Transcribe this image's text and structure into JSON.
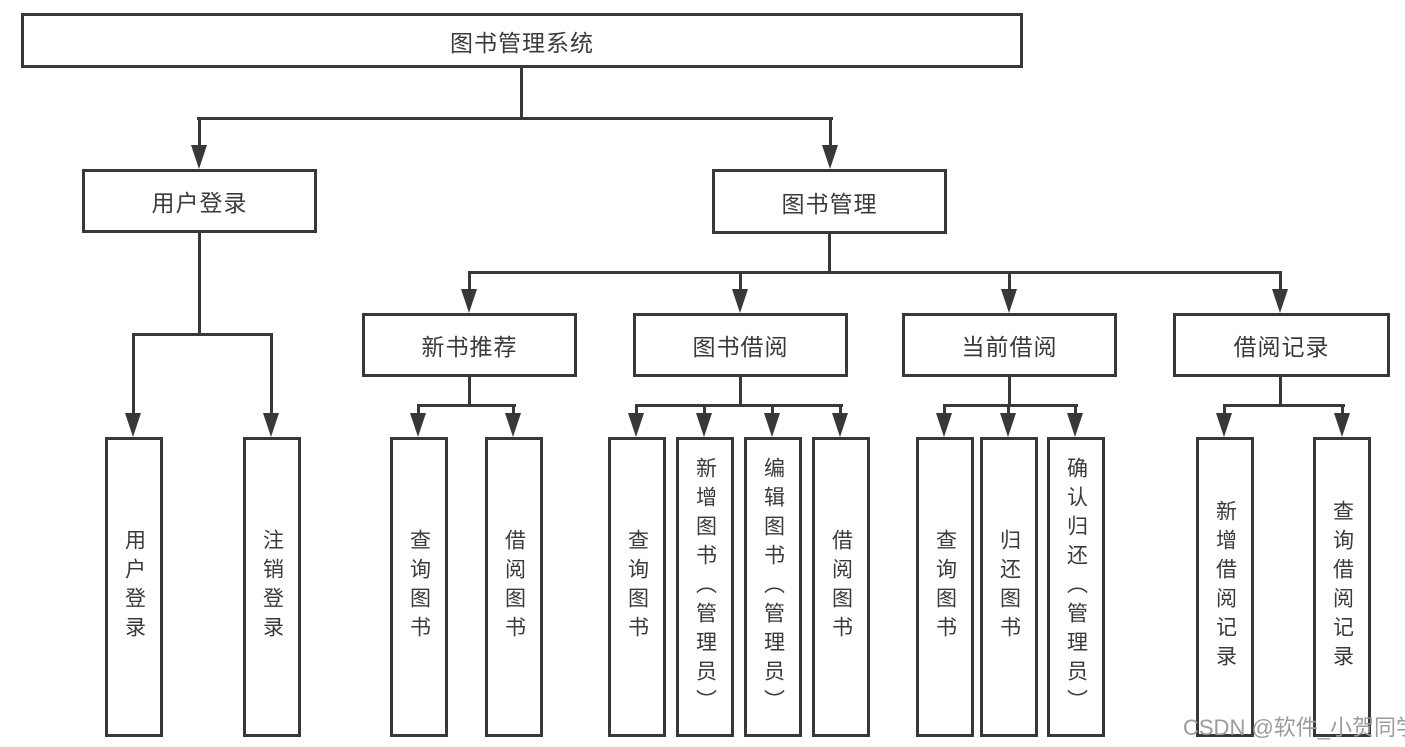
{
  "title": "图书管理系统",
  "level2": {
    "user_login": "用户登录",
    "book_mgmt": "图书管理"
  },
  "level3": {
    "new_books": "新书推荐",
    "book_borrow": "图书借阅",
    "current_borrow": "当前借阅",
    "borrow_records": "借阅记录"
  },
  "leaves": {
    "user_login": [
      "用户登录",
      "注销登录"
    ],
    "new_books": [
      "查询图书",
      "借阅图书"
    ],
    "book_borrow": [
      "查询图书",
      "新增图书（管理员）",
      "编辑图书（管理员）",
      "借阅图书"
    ],
    "current_borrow": [
      "查询图书",
      "归还图书",
      "确认归还（管理员）"
    ],
    "borrow_records": [
      "新增借阅记录",
      "查询借阅记录"
    ]
  },
  "watermark": "CSDN @软件_小贺同学",
  "colors": {
    "line": "#383838",
    "text": "#3a3a3a",
    "watermark": "#9c9c9c",
    "background": "#ffffff"
  }
}
